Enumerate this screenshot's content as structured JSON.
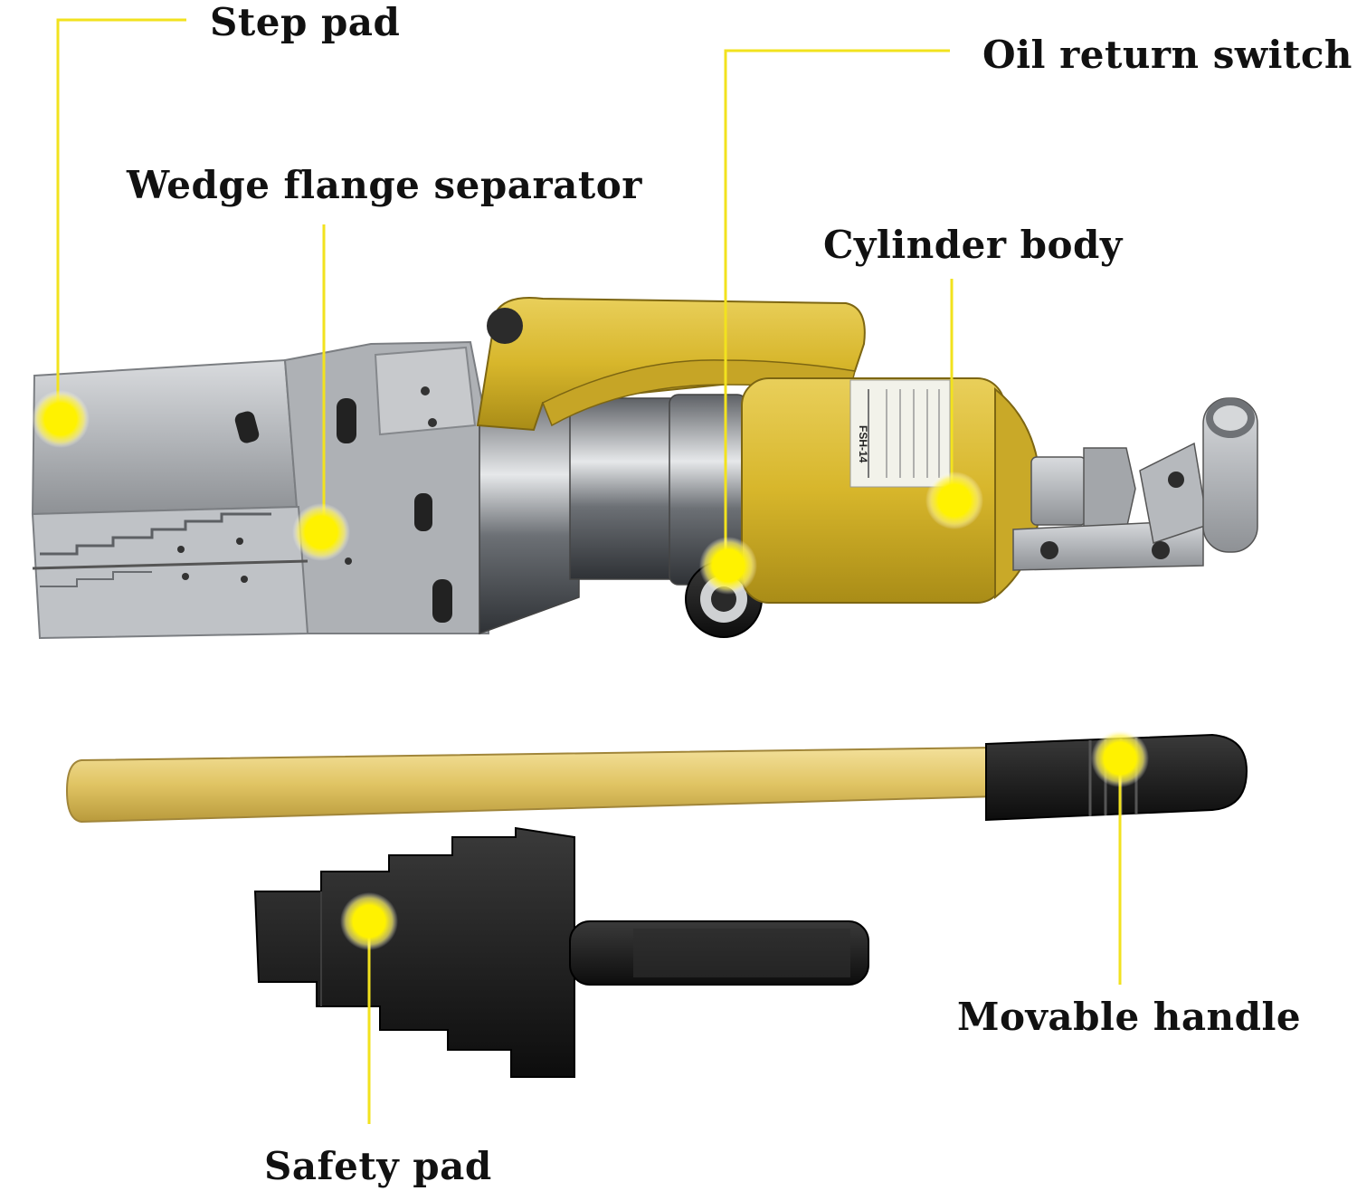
{
  "callouts": {
    "step_pad": "Step pad",
    "oil_return_switch": "Oil return switch",
    "wedge_flange_separator": "Wedge flange separator",
    "cylinder_body": "Cylinder body",
    "movable_handle": "Movable handle",
    "safety_pad": "Safety pad"
  },
  "body_marking": "FSH-14",
  "colors": {
    "leader_line": "#f2e21e",
    "marker_dot": "#fff200",
    "tool_yellow": "#d9b92e",
    "handle_tube": "#e3c76a",
    "steel": "#b9bcc0",
    "black_part": "#1d1d1d"
  }
}
